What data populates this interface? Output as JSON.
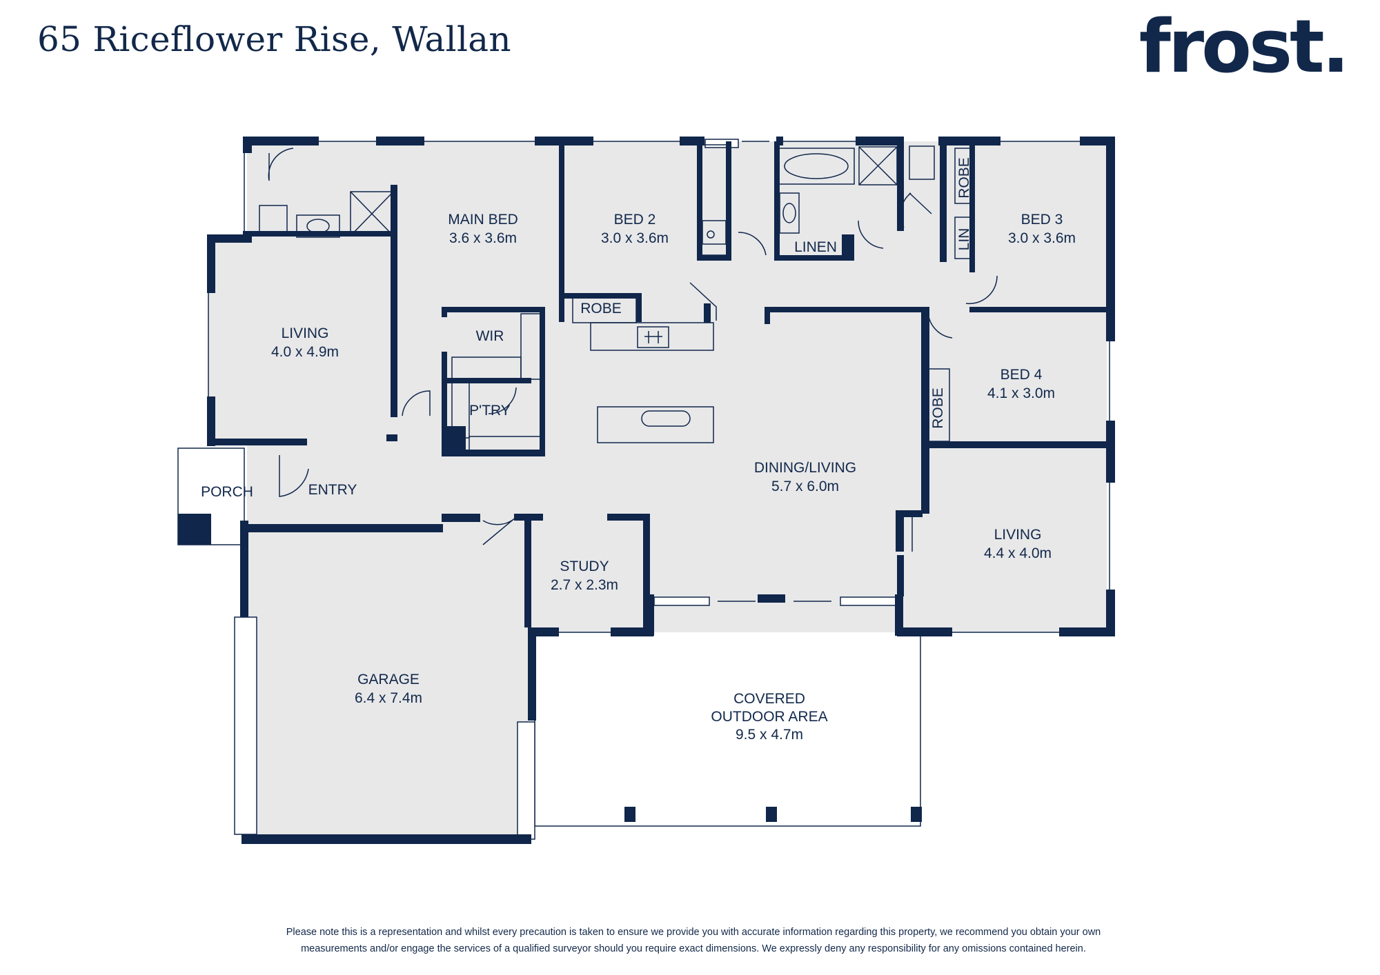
{
  "header": {
    "title": "65 Riceflower Rise, Wallan",
    "logo": "frost."
  },
  "colors": {
    "wall": "#10264a",
    "floor": "#e8e8e9",
    "text": "#12284a"
  },
  "rooms": {
    "main_bed": {
      "name": "MAIN BED",
      "size": "3.6 x 3.6m"
    },
    "bed2": {
      "name": "BED 2",
      "size": "3.0 x 3.6m"
    },
    "bed3": {
      "name": "BED 3",
      "size": "3.0 x 3.6m"
    },
    "bed4": {
      "name": "BED 4",
      "size": "4.1 x 3.0m"
    },
    "living_left": {
      "name": "LIVING",
      "size": "4.0 x 4.9m"
    },
    "living_right": {
      "name": "LIVING",
      "size": "4.4 x 4.0m"
    },
    "dining": {
      "name": "DINING/LIVING",
      "size": "5.7 x 6.0m"
    },
    "study": {
      "name": "STUDY",
      "size": "2.7 x 2.3m"
    },
    "garage": {
      "name": "GARAGE",
      "size": "6.4 x 7.4m"
    },
    "outdoor": {
      "name_line1": "COVERED",
      "name_line2": "OUTDOOR AREA",
      "size": "9.5 x 4.7m"
    },
    "porch": {
      "name": "PORCH"
    },
    "entry": {
      "name": "ENTRY"
    },
    "wir": {
      "name": "WIR"
    },
    "pantry": {
      "name": "P'TRY"
    },
    "robe_bed2": {
      "name": "ROBE"
    },
    "robe_bed3": {
      "name": "ROBE"
    },
    "robe_bed4": {
      "name": "ROBE"
    },
    "linen": {
      "name": "LINEN"
    },
    "lin": {
      "name": "LIN"
    }
  },
  "footer": {
    "disclaimer_line1": "Please note this is a representation and whilst every precaution is taken to ensure we provide you with accurate information regarding this property, we recommend you obtain your own",
    "disclaimer_line2": "measurements and/or engage the services of a qualified surveyor should you require exact dimensions. We expressly deny any responsibility for any omissions contained herein."
  }
}
